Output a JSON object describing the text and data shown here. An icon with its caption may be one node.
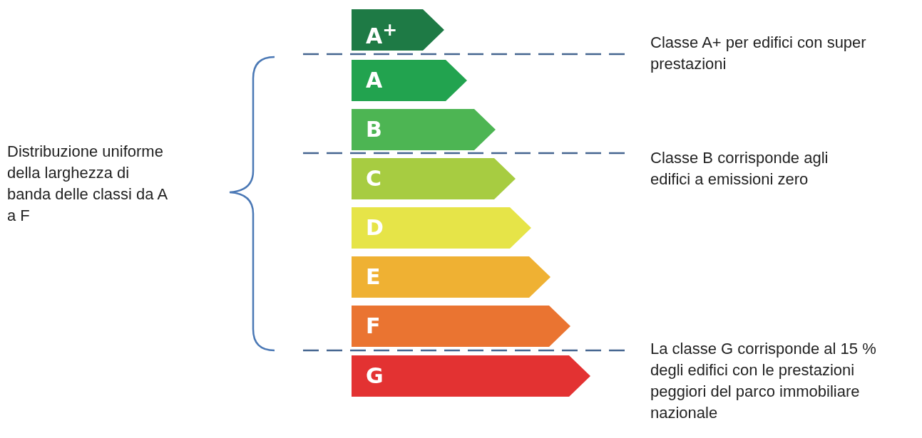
{
  "diagram": {
    "nodes": [
      {
        "text": [
          "A$^{+}$"
        ]
      },
      {
        "text": [
          "A"
        ]
      },
      {
        "text": [
          "B"
        ]
      },
      {
        "text": [
          "C"
        ]
      },
      {
        "text": [
          "D"
        ]
      },
      {
        "text": [
          "E"
        ]
      },
      {
        "text": [
          "F"
        ]
      },
      {
        "text": [
          "G"
        ]
      }
    ],
    "edges": [],
    "labels": [
      "Classe A+ per edifici con super prestazioni",
      "Distribuzione uniforme della larghezza di banda delle classi da A a F",
      "Classe B corrisponde agli edifici a emissioni zero",
      "La classe G corrisponde al 15 % degli edifici con le prestazioni peggiori del parco immobiliare nazionale"
    ]
  }
}
